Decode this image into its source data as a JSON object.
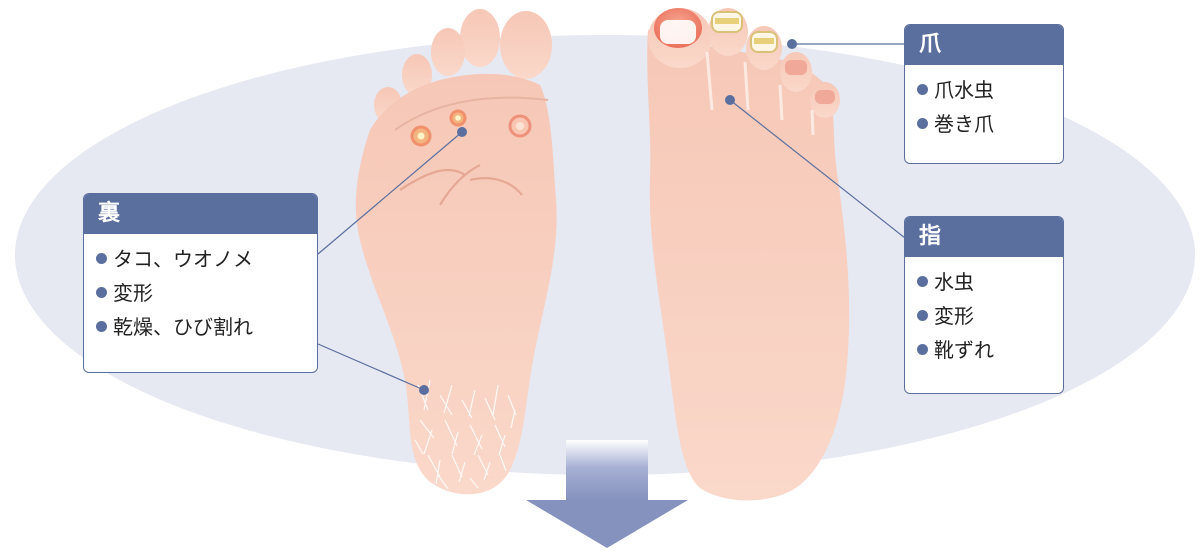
{
  "callouts": {
    "sole": {
      "title": "裏",
      "items": [
        "タコ、ウオノメ",
        "変形",
        "乾燥、ひび割れ"
      ]
    },
    "nail": {
      "title": "爪",
      "items": [
        "爪水虫",
        "巻き爪"
      ]
    },
    "toe": {
      "title": "指",
      "items": [
        "水虫",
        "変形",
        "靴ずれ"
      ]
    }
  },
  "colors": {
    "accent": "#5b6f9f",
    "ellipse": "#e6e8f2",
    "skin": "#f7cfc0",
    "skin_light": "#fbdccf",
    "arrow": "#8592be"
  }
}
